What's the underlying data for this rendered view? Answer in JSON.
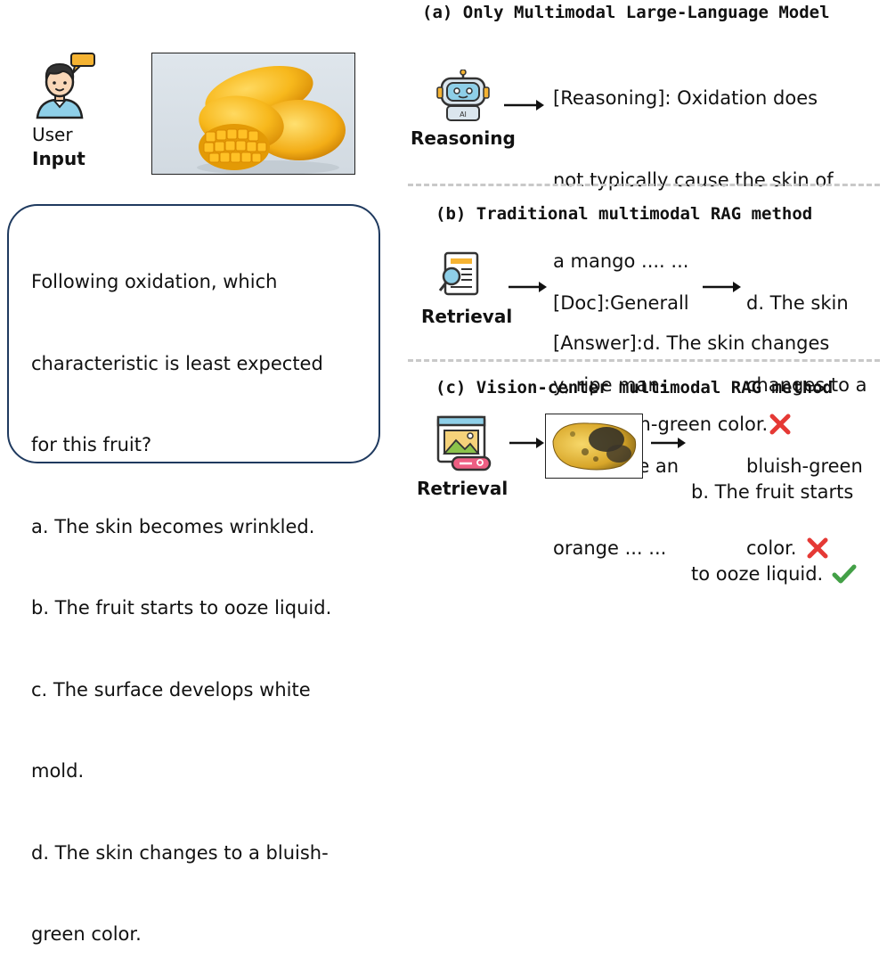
{
  "user_panel": {
    "user_label": "User",
    "input_label": "Input",
    "question_lines": [
      "Following oxidation, which",
      "characteristic is least expected",
      "for this fruit?",
      "a. The skin becomes wrinkled.",
      "b. The fruit starts to ooze liquid.",
      "c. The surface develops white",
      "mold.",
      "d. The skin changes to a bluish-",
      "green color."
    ]
  },
  "section_a": {
    "title": "(a) Only Multimodal Large-Language Model",
    "icon_label": "Reasoning",
    "robot_badge": "AI",
    "output_lines": [
      "[Reasoning]: Oxidation does",
      "not typically cause the skin of",
      "a mango .... ...",
      "[Answer]:d. The skin changes",
      "to a bluish-green color."
    ],
    "result": "wrong"
  },
  "section_b": {
    "title": "(b) Traditional multimodal RAG method",
    "icon_label": "Retrieval",
    "doc_lines": [
      "[Doc]:Generall",
      "y, ripe man-",
      "goes have an",
      "orange ... ..."
    ],
    "answer_lines": [
      "d. The skin",
      "changes to a",
      "bluish-green",
      "color."
    ],
    "result": "wrong"
  },
  "section_c": {
    "title": "(c) Vision-center multimodal RAG method",
    "icon_label": "Retrieval",
    "answer_lines": [
      "b. The fruit starts",
      "to ooze liquid."
    ],
    "result": "correct"
  },
  "colors": {
    "wrong": "#e53935",
    "correct": "#43a047",
    "box_border": "#1f3a5f",
    "dash": "#c9c9c9"
  },
  "icons": [
    "user-icon",
    "robot-icon",
    "document-search-icon",
    "image-search-icon",
    "cross-icon",
    "check-icon",
    "arrow-icon"
  ]
}
